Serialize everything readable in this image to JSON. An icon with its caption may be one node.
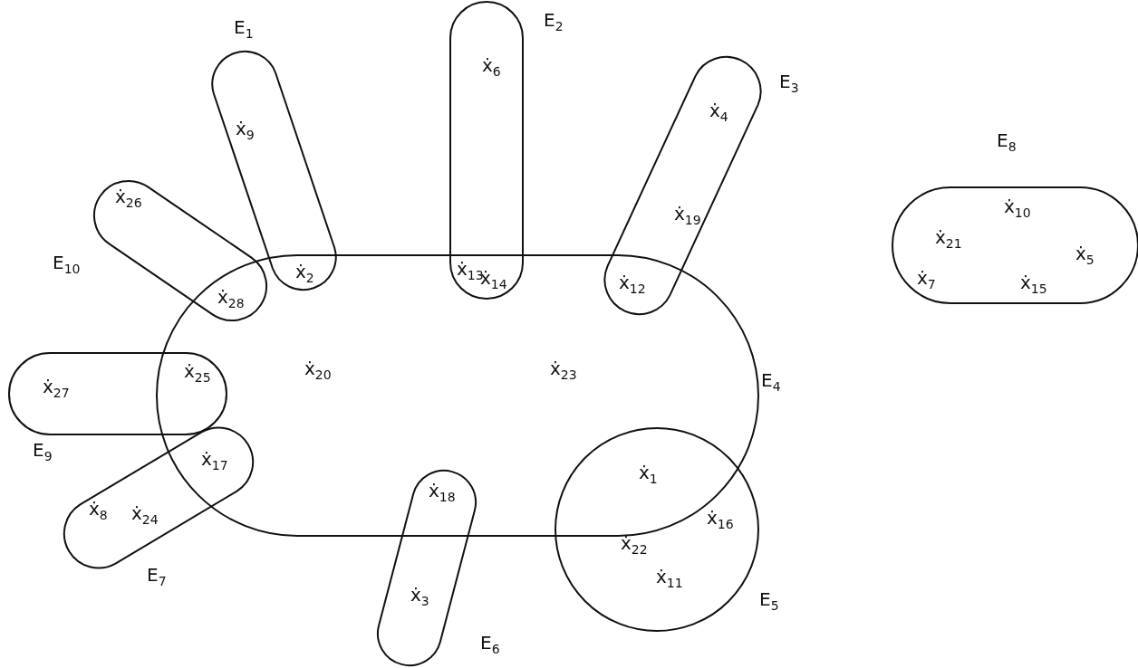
{
  "diagram": {
    "nodes": [
      {
        "text": [
          "E$_{1}$"
        ]
      },
      {
        "text": [
          "E$_{2}$"
        ]
      },
      {
        "text": [
          "E$_{3}$"
        ]
      },
      {
        "text": [
          "E$_{4}$"
        ]
      },
      {
        "text": [
          "E$_{5}$"
        ]
      },
      {
        "text": [
          "E$_{6}$"
        ]
      },
      {
        "text": [
          "E$_{7}$"
        ]
      },
      {
        "text": [
          "E$_{8}$"
        ]
      },
      {
        "text": [
          "E$_{9}$"
        ]
      },
      {
        "text": [
          "E$_{10}$"
        ]
      }
    ],
    "labels": [
      "ẋ$_{6}$",
      "ẋ$_{4}$",
      "ẋ$_{9}$",
      "ẋ$_{26}$",
      "ẋ$_{10}$",
      "ẋ$_{19}$",
      "ẋ$_{21}$",
      "ẋ$_{28}$",
      "ẋ$_{2}$",
      "ẋ$_{13}$",
      "ẋ$_{14}$",
      "ẋ$_{12}$",
      "ẋ$_{7}$",
      "ẋ$_{15}$",
      "ẋ$_{5}$",
      "ẋ$_{27}$",
      "ẋ$_{25}$",
      "ẋ$_{20}$",
      "ẋ$_{23}$",
      "ẋ$_{8}$",
      "ẋ$_{24}$",
      "ẋ$_{17}$",
      "ẋ$_{18}$",
      "ẋ$_{1}$",
      "ẋ$_{16}$",
      "ẋ$_{22}$",
      "ẋ$_{11}$",
      "ẋ$_{3}$"
    ]
  }
}
